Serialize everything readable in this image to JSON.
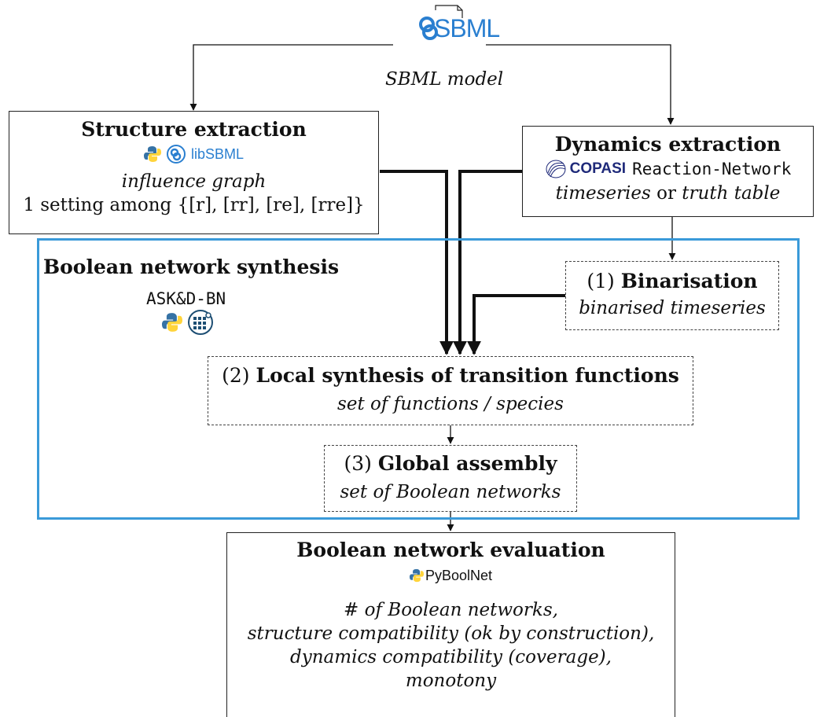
{
  "sbml": {
    "logo_text": "SBML",
    "caption": "SBML model"
  },
  "structure": {
    "title": "Structure extraction",
    "libsbml_label": "libSBML",
    "output": "influence graph",
    "setting": "1 setting among {[r], [rr], [re], [rre]}"
  },
  "dynamics": {
    "title": "Dynamics extraction",
    "copasi_label": "COPASI",
    "tool": "Reaction-Network",
    "output_a": "timeseries",
    "output_or": "or",
    "output_b": "truth table"
  },
  "synthesis": {
    "title": "Boolean network synthesis",
    "tool": "ASK&D-BN"
  },
  "binarisation": {
    "number": "(1)",
    "title": "Binarisation",
    "output": "binarised timeseries"
  },
  "local": {
    "number": "(2)",
    "title": "Local synthesis of transition functions",
    "output": "set of functions / species"
  },
  "global": {
    "number": "(3)",
    "title": "Global assembly",
    "output": "set of Boolean networks"
  },
  "evaluation": {
    "title": "Boolean network evaluation",
    "tool": "PyBoolNet",
    "lines": [
      "# of Boolean networks,",
      "structure compatibility (ok by construction),",
      "dynamics compatibility (coverage),",
      "monotony"
    ]
  },
  "colors": {
    "frame_blue": "#3a9ad9",
    "python_blue": "#3572a5",
    "python_yellow": "#ffd43b",
    "copasi_navy": "#1f2a7a",
    "asp_navy": "#1d4e73"
  },
  "icons": [
    "python-icon",
    "libsbml-icon",
    "copasi-icon",
    "clingo-icon",
    "pyboolnet-icon",
    "document-icon"
  ]
}
